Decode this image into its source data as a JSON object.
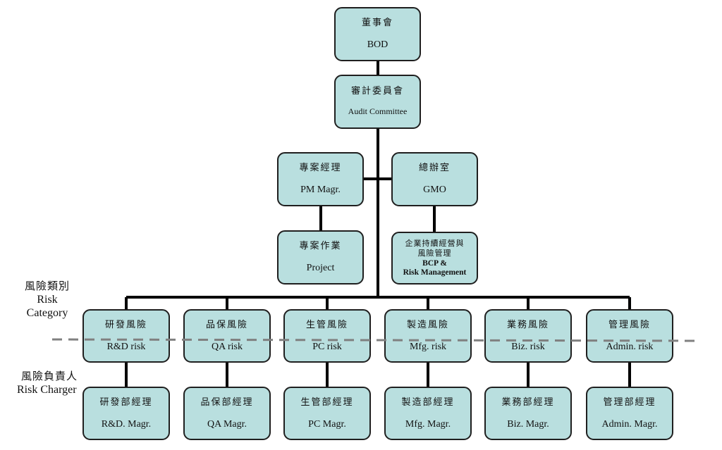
{
  "nodes": {
    "bod": {
      "zh": "董事會",
      "en": "BOD"
    },
    "audit": {
      "zh": "審計委員會",
      "en": "Audit Committee"
    },
    "pm": {
      "zh": "專案經理",
      "en": "PM Magr."
    },
    "gmo": {
      "zh": "總辦室",
      "en": "GMO"
    },
    "project": {
      "zh": "專案作業",
      "en": "Project"
    },
    "bcp": {
      "zh1": "企業持續經營與",
      "zh2": "風險管理",
      "en1": "BCP &",
      "en2": "Risk Management"
    }
  },
  "risk_category": [
    {
      "zh": "研發風險",
      "en": "R&D risk"
    },
    {
      "zh": "品保風險",
      "en": "QA risk"
    },
    {
      "zh": "生管風險",
      "en": "PC risk"
    },
    {
      "zh": "製造風險",
      "en": "Mfg. risk"
    },
    {
      "zh": "業務風險",
      "en": "Biz. risk"
    },
    {
      "zh": "管理風險",
      "en": "Admin. risk"
    }
  ],
  "risk_charger": [
    {
      "zh": "研發部經理",
      "en": "R&D. Magr."
    },
    {
      "zh": "品保部經理",
      "en": "QA Magr."
    },
    {
      "zh": "生管部經理",
      "en": "PC Magr."
    },
    {
      "zh": "製造部經理",
      "en": "Mfg. Magr."
    },
    {
      "zh": "業務部經理",
      "en": "Biz. Magr."
    },
    {
      "zh": "管理部經理",
      "en": "Admin. Magr."
    }
  ],
  "side_labels": {
    "category": {
      "zh": "風險類別",
      "en1": "Risk",
      "en2": "Category"
    },
    "charger": {
      "zh": "風險負責人",
      "en": "Risk Charger"
    }
  },
  "colors": {
    "box_fill": "#b9dfdf",
    "box_border": "#1f1f1f",
    "connector": "#000000",
    "dashed_divider": "#808080"
  }
}
